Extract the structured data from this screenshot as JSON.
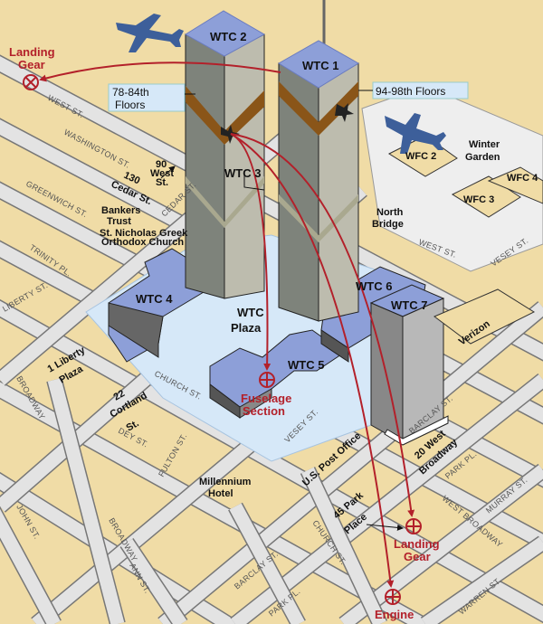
{
  "colors": {
    "block": "#f0dca6",
    "street": "#e3e3e3",
    "plaza": "#d6e8f8",
    "building": "#8d9fd8",
    "debris": "#b3202a",
    "plane": "#3d5f9a"
  },
  "buildings": {
    "wtc1": "WTC 1",
    "wtc2": "WTC 2",
    "wtc3": "WTC 3",
    "wtc4": "WTC 4",
    "wtc5": "WTC 5",
    "wtc6": "WTC 6",
    "wtc7": "WTC 7",
    "plaza": [
      "WTC",
      "Plaza"
    ],
    "wfc2": "WFC 2",
    "wfc3": "WFC 3",
    "wfc4": "WFC 4",
    "winter_garden": [
      "Winter",
      "Garden"
    ],
    "north_bridge": [
      "North",
      "Bridge"
    ],
    "verizon": "Verizon",
    "post_office": "U.S. Post Office",
    "west_broadway_20": [
      "20 West",
      "Broadway"
    ],
    "park_place_45": [
      "45 Park",
      "Place"
    ],
    "liberty_plaza": [
      "1 Liberty",
      "Plaza"
    ],
    "cortland_22": [
      "22",
      "Cortland",
      "St."
    ],
    "millennium": [
      "Millennium",
      "Hotel"
    ],
    "bankers_trust": [
      "Bankers",
      "Trust"
    ],
    "st_nicholas": [
      "St. Nicholas Greek",
      "Orthodox Church"
    ],
    "west_90": [
      "90",
      "West",
      "St."
    ],
    "cedar_130": [
      "130",
      "Cedar St."
    ]
  },
  "callouts": {
    "wtc2_floors": [
      "78-84th",
      "Floors"
    ],
    "wtc1_floors": "94-98th Floors"
  },
  "debris": {
    "landing_gear_left": [
      "Landing",
      "Gear"
    ],
    "fuselage": [
      "Fuselage",
      "Section"
    ],
    "landing_gear_right": [
      "Landing",
      "Gear"
    ],
    "engine": "Engine"
  },
  "streets": {
    "west_st_1": "WEST ST.",
    "west_st_2": "WEST ST.",
    "washington": "WASHINGTON ST.",
    "cedar": "CEDAR ST.",
    "greenwich": "GREENWICH ST.",
    "trinity": "TRINITY PL.",
    "liberty": "LIBERTY ST.",
    "broadway_1": "BROADWAY",
    "broadway_2": "BROADWAY",
    "church_1": "CHURCH ST.",
    "church_2": "CHURCH ST.",
    "dey": "DEY ST.",
    "fulton": "FULTON ST.",
    "john": "JOHN ST.",
    "ann": "ANN ST.",
    "vesey_1": "VESEY ST.",
    "vesey_2": "VESEY ST.",
    "barclay_1": "BARCLAY ST.",
    "barclay_2": "BARCLAY ST.",
    "park_pl_1": "PARK PL.",
    "park_pl_2": "PARK PL.",
    "murray": "MURRAY ST.",
    "warren": "WARREN ST.",
    "west_broadway": "WEST BROADWAY"
  }
}
